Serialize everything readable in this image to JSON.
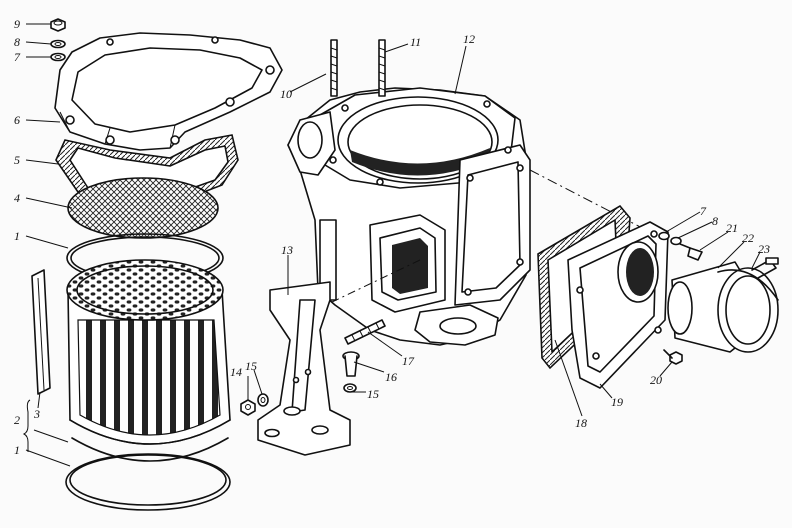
{
  "callouts": [
    {
      "id": "c9",
      "text": "9"
    },
    {
      "id": "c8a",
      "text": "8"
    },
    {
      "id": "c7a",
      "text": "7"
    },
    {
      "id": "c6",
      "text": "6"
    },
    {
      "id": "c5",
      "text": "5"
    },
    {
      "id": "c4",
      "text": "4"
    },
    {
      "id": "c1a",
      "text": "1"
    },
    {
      "id": "c3",
      "text": "3"
    },
    {
      "id": "c2",
      "text": "2"
    },
    {
      "id": "c1b",
      "text": "1"
    },
    {
      "id": "c10",
      "text": "10"
    },
    {
      "id": "c11",
      "text": "11"
    },
    {
      "id": "c12",
      "text": "12"
    },
    {
      "id": "c13",
      "text": "13"
    },
    {
      "id": "c14",
      "text": "14"
    },
    {
      "id": "c15a",
      "text": "15"
    },
    {
      "id": "c15b",
      "text": "15"
    },
    {
      "id": "c16",
      "text": "16"
    },
    {
      "id": "c17",
      "text": "17"
    },
    {
      "id": "c18",
      "text": "18"
    },
    {
      "id": "c19",
      "text": "19"
    },
    {
      "id": "c20",
      "text": "20"
    },
    {
      "id": "c7b",
      "text": "7"
    },
    {
      "id": "c8b",
      "text": "8"
    },
    {
      "id": "c21",
      "text": "21"
    },
    {
      "id": "c22",
      "text": "22"
    },
    {
      "id": "c23",
      "text": "23"
    }
  ]
}
